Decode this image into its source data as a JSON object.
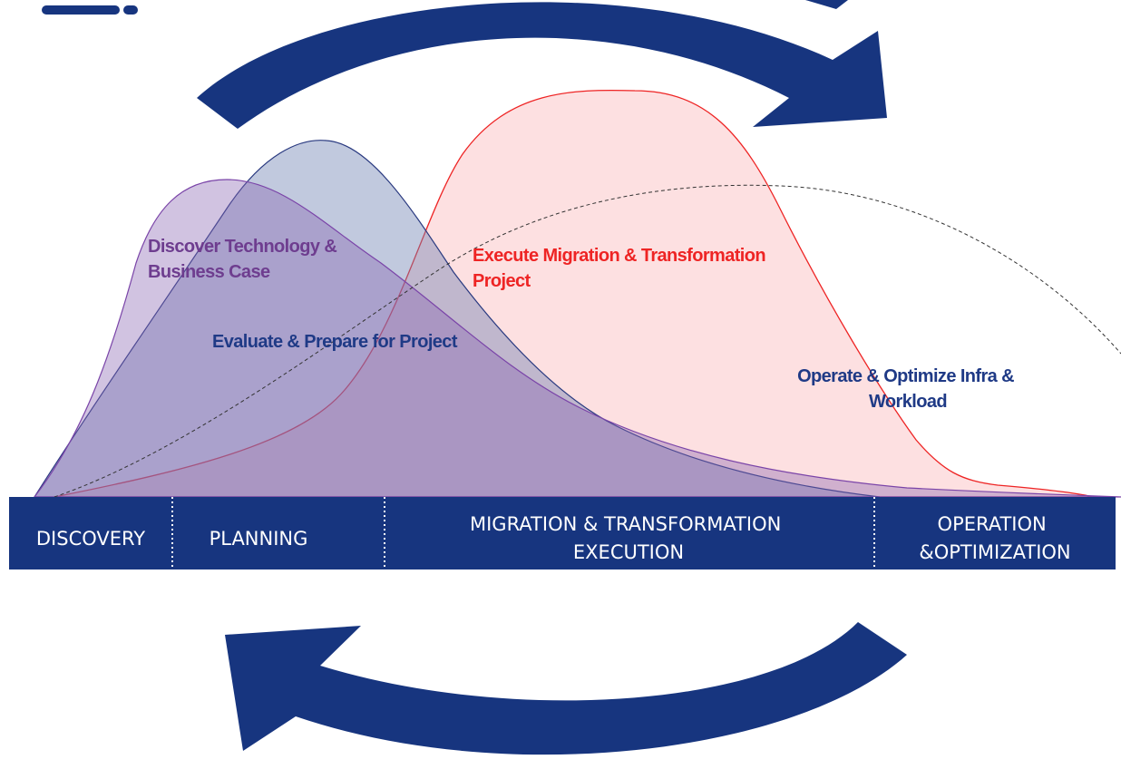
{
  "colors": {
    "navy": "#17357f",
    "discover": "#6e3d8f",
    "evaluate": "#1f3a86",
    "execute": "#ee2424",
    "operate": "#1f3a86"
  },
  "curves": {
    "discover": {
      "line1": "Discover Technology &",
      "line2": "Business Case"
    },
    "evaluate": {
      "line1": "Evaluate & Prepare for Project"
    },
    "execute": {
      "line1": "Execute Migration & Transformation",
      "line2": "Project"
    },
    "operate": {
      "line1": "Operate & Optimize Infra &",
      "line2": "Workload"
    }
  },
  "stages": [
    {
      "line1": "DISCOVERY"
    },
    {
      "line1": "PLANNING"
    },
    {
      "line1": "MIGRATION & TRANSFORMATION",
      "line2": "EXECUTION"
    },
    {
      "line1": "OPERATION",
      "line2": "&OPTIMIZATION"
    }
  ],
  "icons": {
    "top": "cycle-arrow-right-icon",
    "bottom": "cycle-arrow-left-icon"
  }
}
